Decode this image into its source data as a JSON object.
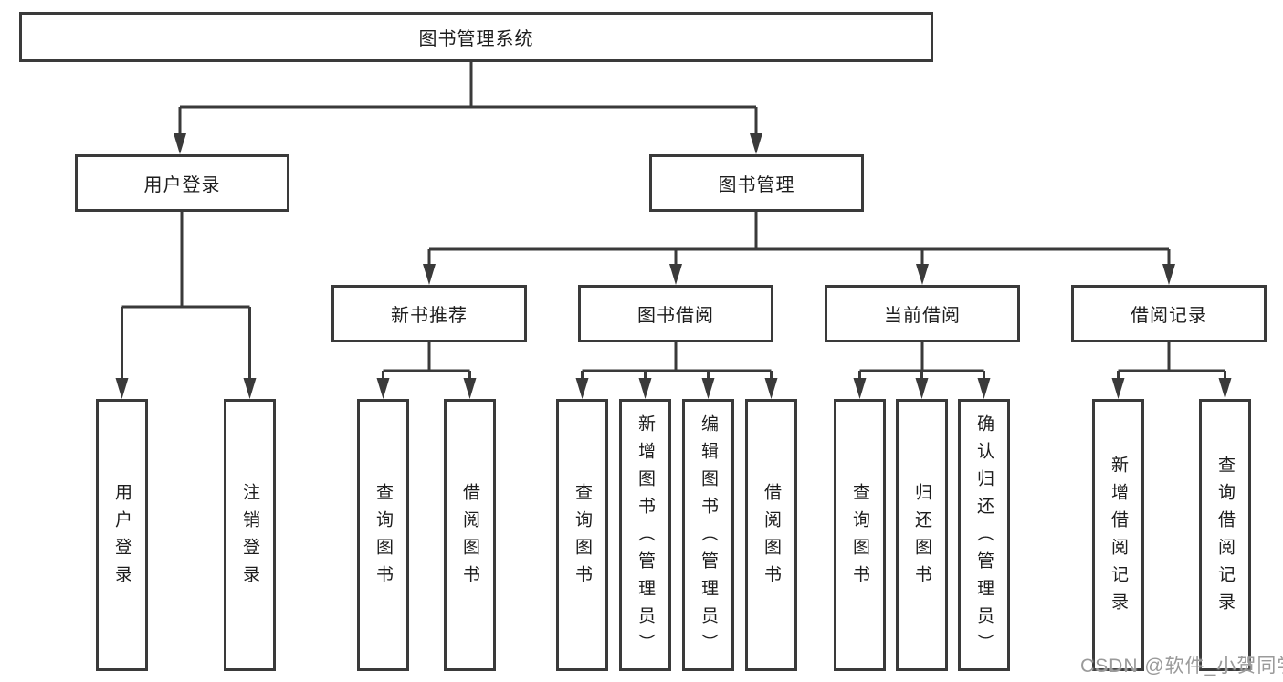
{
  "diagram_title": "图书管理系统",
  "tree": {
    "root": {
      "label": "图书管理系统"
    },
    "children": [
      {
        "label": "用户登录",
        "children": [
          {
            "label": "用户登录"
          },
          {
            "label": "注销登录"
          }
        ]
      },
      {
        "label": "图书管理",
        "children": [
          {
            "label": "新书推荐",
            "children": [
              {
                "label": "查询图书"
              },
              {
                "label": "借阅图书"
              }
            ]
          },
          {
            "label": "图书借阅",
            "children": [
              {
                "label": "查询图书"
              },
              {
                "label": "新增图书（管理员）"
              },
              {
                "label": "编辑图书（管理员）"
              },
              {
                "label": "借阅图书"
              }
            ]
          },
          {
            "label": "当前借阅",
            "children": [
              {
                "label": "查询图书"
              },
              {
                "label": "归还图书"
              },
              {
                "label": "确认归还（管理员）"
              }
            ]
          },
          {
            "label": "借阅记录",
            "children": [
              {
                "label": "新增借阅记录"
              },
              {
                "label": "查询借阅记录"
              }
            ]
          }
        ]
      }
    ]
  },
  "watermark": "CSDN @软件_小贺同学",
  "colors": {
    "line": "#3a3a3a",
    "box_border": "#3a3a3a",
    "text": "#1d1d1d",
    "background": "#ffffff",
    "watermark": "#9a9a9a"
  }
}
